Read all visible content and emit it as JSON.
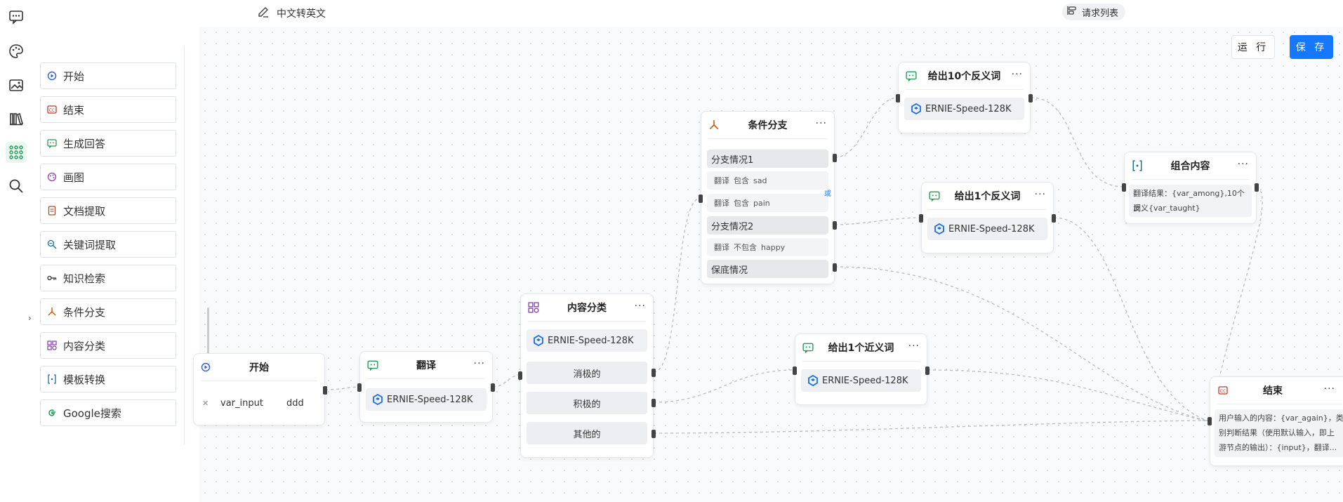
{
  "app": {
    "title": "中文转英文",
    "request_list": "请求列表"
  },
  "iconbar": [
    {
      "name": "chat-icon"
    },
    {
      "name": "palette-icon"
    },
    {
      "name": "image-gallery-icon"
    },
    {
      "name": "library-icon"
    },
    {
      "name": "apps-grid-icon",
      "active": true
    },
    {
      "name": "search-icon"
    }
  ],
  "sidebar": {
    "items": [
      {
        "label": "开始",
        "icon": "start-icon"
      },
      {
        "label": "结束",
        "icon": "end-icon"
      },
      {
        "label": "生成回答",
        "icon": "generate-answer-icon"
      },
      {
        "label": "画图",
        "icon": "paint-icon"
      },
      {
        "label": "文档提取",
        "icon": "doc-extract-icon"
      },
      {
        "label": "关键词提取",
        "icon": "keyword-extract-icon"
      },
      {
        "label": "知识检索",
        "icon": "knowledge-search-icon"
      },
      {
        "label": "条件分支",
        "icon": "branch-icon"
      },
      {
        "label": "内容分类",
        "icon": "classify-icon"
      },
      {
        "label": "模板转换",
        "icon": "template-icon"
      },
      {
        "label": "Google搜索",
        "icon": "google-icon"
      }
    ]
  },
  "toolbar": {
    "run_label": "运 行",
    "save_label": "保 存"
  },
  "nodes": {
    "start": {
      "title": "开始",
      "var_name": "var_input",
      "var_value": "ddd"
    },
    "translate": {
      "title": "翻译",
      "model": "ERNIE-Speed-128K"
    },
    "classify": {
      "title": "内容分类",
      "model": "ERNIE-Speed-128K",
      "categories": [
        "消极的",
        "积极的",
        "其他的"
      ]
    },
    "branch": {
      "title": "条件分支",
      "case1": "分支情况1",
      "case1_conds": [
        {
          "var": "翻译",
          "op": "包含",
          "val": "sad"
        },
        {
          "var": "翻译",
          "op": "包含",
          "val": "pain"
        }
      ],
      "or_label": "或",
      "case2": "分支情况2",
      "case2_conds": [
        {
          "var": "翻译",
          "op": "不包含",
          "val": "happy"
        }
      ],
      "fallback": "保底情况"
    },
    "antonym10": {
      "title": "给出10个反义词",
      "model": "ERNIE-Speed-128K"
    },
    "antonym1": {
      "title": "给出1个反义词",
      "model": "ERNIE-Speed-128K"
    },
    "synonym1": {
      "title": "给出1个近义词",
      "model": "ERNIE-Speed-128K"
    },
    "combine": {
      "title": "组合内容",
      "text_line1": "翻译结果：{var_among},10个反义",
      "text_line2": "词：{var_taught}"
    },
    "end": {
      "title": "结束",
      "text_line1": "用户输入的内容：{var_again}，类",
      "text_line2": "别判断结果（使用默认输入，即上",
      "text_line3": "游节点的输出）：{input}，翻译..."
    }
  },
  "colors": {
    "accent": "#1677ff",
    "active_bg": "#eaf6ef",
    "model_icon": "#1a6ee0",
    "icon_green": "#1f9d55"
  }
}
